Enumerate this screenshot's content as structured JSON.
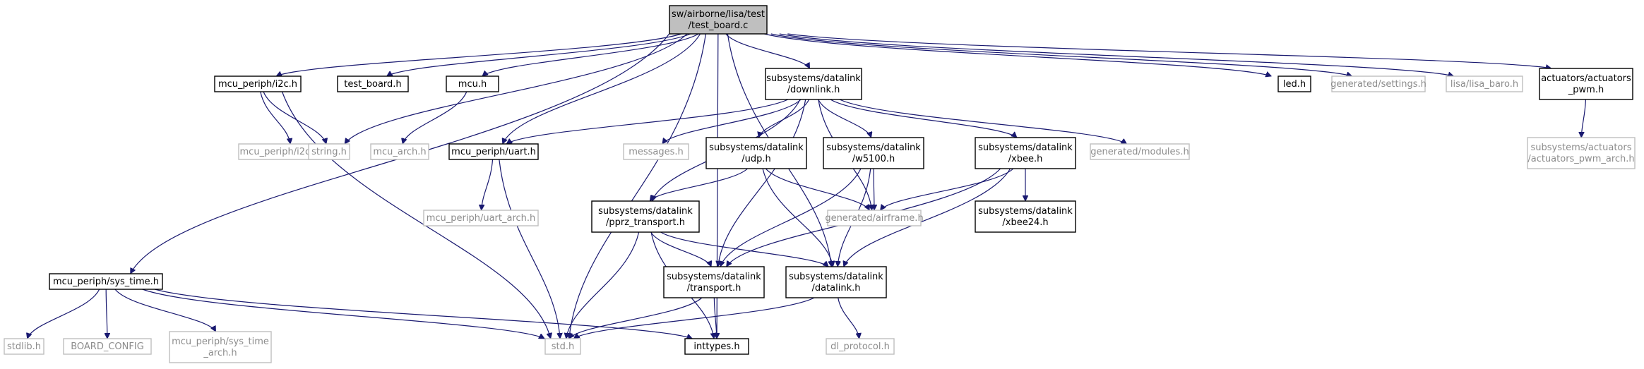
{
  "diagram": {
    "type": "include-dependency-graph",
    "colors": {
      "edge": "#191970",
      "root_fill": "#bfbfbf",
      "present_border": "#000000",
      "missing_border": "#bfbfbf",
      "missing_text": "#8c8c8c"
    },
    "nodes": [
      {
        "id": "root",
        "lines": [
          "sw/airborne/lisa/test",
          "/test_board.c"
        ],
        "kind": "root"
      },
      {
        "id": "i2c",
        "lines": [
          "mcu_periph/i2c.h"
        ],
        "kind": "present"
      },
      {
        "id": "test_board",
        "lines": [
          "test_board.h"
        ],
        "kind": "present"
      },
      {
        "id": "mcu",
        "lines": [
          "mcu.h"
        ],
        "kind": "present"
      },
      {
        "id": "downlink",
        "lines": [
          "subsystems/datalink",
          "/downlink.h"
        ],
        "kind": "present"
      },
      {
        "id": "led",
        "lines": [
          "led.h"
        ],
        "kind": "present"
      },
      {
        "id": "settings",
        "lines": [
          "generated/settings.h"
        ],
        "kind": "missing"
      },
      {
        "id": "lisa_baro",
        "lines": [
          "lisa/lisa_baro.h"
        ],
        "kind": "missing"
      },
      {
        "id": "act_pwm",
        "lines": [
          "actuators/actuators",
          "_pwm.h"
        ],
        "kind": "present"
      },
      {
        "id": "i2c_arch",
        "lines": [
          "mcu_periph/i2c_arch.h"
        ],
        "kind": "missing"
      },
      {
        "id": "string",
        "lines": [
          "string.h"
        ],
        "kind": "missing"
      },
      {
        "id": "mcu_arch",
        "lines": [
          "mcu_arch.h"
        ],
        "kind": "missing"
      },
      {
        "id": "uart",
        "lines": [
          "mcu_periph/uart.h"
        ],
        "kind": "present"
      },
      {
        "id": "messages",
        "lines": [
          "messages.h"
        ],
        "kind": "missing"
      },
      {
        "id": "udp",
        "lines": [
          "subsystems/datalink",
          "/udp.h"
        ],
        "kind": "present"
      },
      {
        "id": "w5100",
        "lines": [
          "subsystems/datalink",
          "/w5100.h"
        ],
        "kind": "present"
      },
      {
        "id": "xbee",
        "lines": [
          "subsystems/datalink",
          "/xbee.h"
        ],
        "kind": "present"
      },
      {
        "id": "modules",
        "lines": [
          "generated/modules.h"
        ],
        "kind": "missing"
      },
      {
        "id": "act_pwm_arch",
        "lines": [
          "subsystems/actuators",
          "/actuators_pwm_arch.h"
        ],
        "kind": "missing"
      },
      {
        "id": "uart_arch",
        "lines": [
          "mcu_periph/uart_arch.h"
        ],
        "kind": "missing"
      },
      {
        "id": "pprz",
        "lines": [
          "subsystems/datalink",
          "/pprz_transport.h"
        ],
        "kind": "present"
      },
      {
        "id": "airframe",
        "lines": [
          "generated/airframe.h"
        ],
        "kind": "missing"
      },
      {
        "id": "xbee24",
        "lines": [
          "subsystems/datalink",
          "/xbee24.h"
        ],
        "kind": "present"
      },
      {
        "id": "sys_time",
        "lines": [
          "mcu_periph/sys_time.h"
        ],
        "kind": "present"
      },
      {
        "id": "transport",
        "lines": [
          "subsystems/datalink",
          "/transport.h"
        ],
        "kind": "present"
      },
      {
        "id": "datalink",
        "lines": [
          "subsystems/datalink",
          "/datalink.h"
        ],
        "kind": "present"
      },
      {
        "id": "stdlib",
        "lines": [
          "stdlib.h"
        ],
        "kind": "missing"
      },
      {
        "id": "board_config",
        "lines": [
          "BOARD_CONFIG"
        ],
        "kind": "missing"
      },
      {
        "id": "sys_time_arch",
        "lines": [
          "mcu_periph/sys_time",
          "_arch.h"
        ],
        "kind": "missing"
      },
      {
        "id": "std",
        "lines": [
          "std.h"
        ],
        "kind": "missing"
      },
      {
        "id": "inttypes",
        "lines": [
          "inttypes.h"
        ],
        "kind": "present"
      },
      {
        "id": "dl_protocol",
        "lines": [
          "dl_protocol.h"
        ],
        "kind": "missing"
      }
    ],
    "edges": [
      [
        "root",
        "i2c"
      ],
      [
        "root",
        "test_board"
      ],
      [
        "root",
        "mcu"
      ],
      [
        "root",
        "downlink"
      ],
      [
        "root",
        "led"
      ],
      [
        "root",
        "settings"
      ],
      [
        "root",
        "lisa_baro"
      ],
      [
        "root",
        "act_pwm"
      ],
      [
        "root",
        "string"
      ],
      [
        "root",
        "uart"
      ],
      [
        "root",
        "sys_time"
      ],
      [
        "root",
        "std"
      ],
      [
        "root",
        "inttypes"
      ],
      [
        "root",
        "datalink"
      ],
      [
        "i2c",
        "i2c_arch"
      ],
      [
        "i2c",
        "string"
      ],
      [
        "i2c",
        "std"
      ],
      [
        "mcu",
        "mcu_arch"
      ],
      [
        "act_pwm",
        "act_pwm_arch"
      ],
      [
        "downlink",
        "uart"
      ],
      [
        "downlink",
        "messages"
      ],
      [
        "downlink",
        "udp"
      ],
      [
        "downlink",
        "w5100"
      ],
      [
        "downlink",
        "xbee"
      ],
      [
        "downlink",
        "modules"
      ],
      [
        "downlink",
        "airframe"
      ],
      [
        "downlink",
        "pprz"
      ],
      [
        "downlink",
        "transport"
      ],
      [
        "uart",
        "uart_arch"
      ],
      [
        "uart",
        "std"
      ],
      [
        "udp",
        "pprz"
      ],
      [
        "udp",
        "airframe"
      ],
      [
        "udp",
        "datalink"
      ],
      [
        "w5100",
        "airframe"
      ],
      [
        "w5100",
        "transport"
      ],
      [
        "w5100",
        "datalink"
      ],
      [
        "xbee",
        "airframe"
      ],
      [
        "xbee",
        "xbee24"
      ],
      [
        "xbee",
        "transport"
      ],
      [
        "xbee",
        "datalink"
      ],
      [
        "pprz",
        "transport"
      ],
      [
        "pprz",
        "datalink"
      ],
      [
        "pprz",
        "std"
      ],
      [
        "pprz",
        "inttypes"
      ],
      [
        "sys_time",
        "stdlib"
      ],
      [
        "sys_time",
        "board_config"
      ],
      [
        "sys_time",
        "sys_time_arch"
      ],
      [
        "sys_time",
        "std"
      ],
      [
        "sys_time",
        "inttypes"
      ],
      [
        "transport",
        "std"
      ],
      [
        "transport",
        "inttypes"
      ],
      [
        "datalink",
        "std"
      ],
      [
        "datalink",
        "dl_protocol"
      ]
    ]
  }
}
